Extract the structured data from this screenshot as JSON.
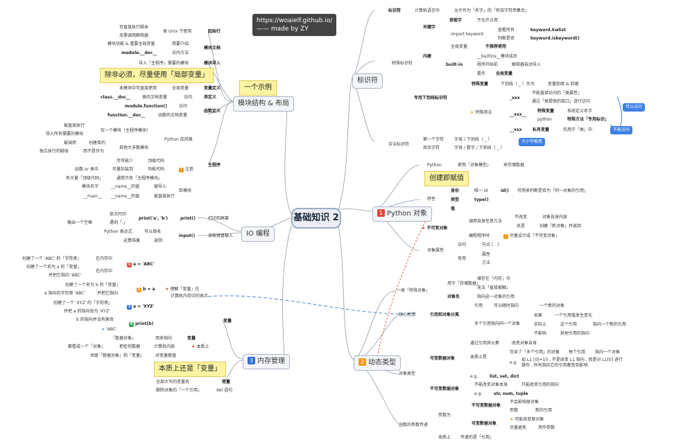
{
  "center": "基础知识 2",
  "header": {
    "url": "https://woaielf.github.io/",
    "author": "—— made by ZY"
  },
  "icons": {
    "star": "star-icon",
    "warning": "warning-icon",
    "number": "priority-number-icon",
    "arrow": "arrow-right-icon"
  },
  "colors": {
    "accent_blue": "#3d7fe6",
    "callout_yellow": "#fbf4a3",
    "priority_red": "#e0483a",
    "priority_blue": "#2f6fd6",
    "priority_orange": "#ef9a1a"
  },
  "branches": {
    "ident": {
      "label": "标识符",
      "kw": "标识符",
      "kw_desc": "计算机语言中",
      "kw_desc2": "允许作为「名字」的「有效字符串集合」",
      "special": "特殊标识符",
      "keyword": "关键字",
      "reserved": "保留字",
      "reserved_desc": "不允许占用",
      "import_kw": "import keyword",
      "view_list": "查看所有",
      "kwlist": "keyword.kwlist",
      "judge": "判断是否",
      "iskeyword": "keyword.iskeyword()",
      "builtin": "内建",
      "global_var": "全局变量",
      "not_used": "不推荐使用",
      "builtin_name": "built-in",
      "builtins_mod": "__builtins__模块成员",
      "interp": "程序开始前",
      "interp_desc": "解释器自动导入",
      "see_as": "看作",
      "global2": "全局变量",
      "dunder": "专用下划线标识符",
      "special_var": "特殊变量",
      "under": "下划线（ _ ）作为",
      "prefix": "变量前缀 & 后缀",
      "xxx1": "_xxx",
      "xxx1_desc": "不能直接访问的「类属性」",
      "via": "通过「类提供的接口」进行访问",
      "xxx2": "__xxx__",
      "special2": "特殊变量",
      "sysdef": "系统定义名字",
      "py": "python",
      "pymethod": "特殊方法「专用标识」",
      "xxx3": "__xxx",
      "private": "私有变量",
      "only_in": "仅用于「类」中",
      "note_feature": "特殊用法",
      "blue_access": "可以访问",
      "blue_noaccess": "不能访问",
      "legal": "合法标识符",
      "first_char": "第一个字符",
      "first_desc": "字母 / 下划线（ _ ）",
      "rest_char": "其余字符",
      "rest_desc": "字母 / 数字 / 下划线（ _ ）",
      "case": "大小写敏感"
    },
    "module": {
      "label": "模块结构 & 布局",
      "callout": "一个示例",
      "callout2": "除非必须，尽量使用「局部变量」",
      "start": "起始行",
      "start_desc": "类 Unix 下使用",
      "start1": "可直接执行脚本",
      "start2": "无需调用解释器",
      "doc": "模块文档",
      "doc_desc": "简要介绍",
      "doc1": "模块功能 & 重要全局变量",
      "doc2": "module.__doc__",
      "doc2_desc": "访问方法",
      "imp": "模块导入",
      "imp_desc": "导入「主程序」需要的模块",
      "gvar": "变量定义",
      "gvar_desc": "全局变量",
      "gvar1": "本模块中可直接使用",
      "cls": "类定义",
      "cls_desc": "访问",
      "cls1": "class.__doc__",
      "cls2": "类的文档变量",
      "fn": "函数定义",
      "fn1": "module.function()",
      "fn1_desc": "访问",
      "fn2": "function.__doc__",
      "fn2_desc": "函数的文档变量",
      "main": "主程序",
      "py_style": "Python 库风格",
      "only_one": "仅一个模块（主程序模块）",
      "direct": "被直接执行",
      "import_all": "导入所有需要的模块",
      "other": "其他大多数模块",
      "called": "被调用",
      "create_lib": "创建目的",
      "indep": "独立执行的脚本",
      "not_as": "而不是作为",
      "note": "注意",
      "top": "顶级代码",
      "should": "尽可能少",
      "fn_cls": "函数 or 类中",
      "encap": "尽量封装到",
      "func_code": "功能代码",
      "top_only": "有大量「顶级代码」",
      "usually": "通常只有「主程序模块」",
      "if_import": "若模块",
      "name_val": "__name__的值",
      "imported": "被导入",
      "mod_name": "模块名字",
      "main_val": "__main__",
      "name_val2": "__name__的值",
      "direct_exec": "被直接执行"
    },
    "io": {
      "label": "IO 编程",
      "print": "print()",
      "print_desc": "打印到屏幕",
      "print_arg": "print('a', 'b')",
      "print_arg1": "依次打印",
      "print_arg2": "遇到「,」",
      "print_arg3": "输出一个空格",
      "input": "input()",
      "input_desc": "读取键盘输入",
      "input1": "可以接收",
      "input2": "Python 表达式",
      "input3": "运算结果",
      "input4": "返回"
    },
    "memory": {
      "label": "内存管理",
      "var": "变量",
      "understand": "理解「变量」在",
      "understand2": "计算机内存中的表示",
      "a_abc": "a = 'ABC'",
      "mem1": "在内存中",
      "mem1a": "创建了一个 'ABC' 的「字符串」",
      "mem1b": "创建了一个名为 a 的「变量」",
      "mem1c": "并把它指向 'ABC'",
      "mem1d": "在内存中",
      "b_a": "b = a",
      "mem2a": "创建了一个名为 b 的「变量」",
      "mem2b": "a 指向的字符串 'ABC'",
      "mem2c": "并把它指向",
      "a_xyz": "a = 'XYZ'",
      "mem3a": "创建了一个 'XYZ' 的「字符串」",
      "mem3b": "并把 a 的指向改为 'XYZ'",
      "print_b": "print(b)",
      "mem4a": "b 的指向并没有更改",
      "mem4b": "'ABC'",
      "essence": "本质上",
      "ess1": "「数据对象」",
      "ess1b": "用来指向",
      "ess2": "都看成一个「对象」",
      "ess2b": "把任何数据",
      "ess2c": "计算机内部",
      "ess3": "变量",
      "ess4": "关联「数据对象」和「变量」",
      "ess4b": "对变量赋值",
      "callout": "本质上还是「变量」",
      "const": "常量",
      "const1": "全部大写的变量名",
      "del": "del 语句",
      "del1": "删除对象的「一个引用」"
    },
    "pyobj": {
      "label": "Python 对象",
      "intro1": "Python",
      "intro2": "使用「对象模型」",
      "intro3": "来存储数据",
      "callout": "创建即赋值",
      "feature": "特性",
      "identity": "身份",
      "id1": "唯一 Id",
      "id2": "id()",
      "id3": "可用来判断是否为「同一对象的引用」",
      "type": "类型",
      "type1": "type()",
      "value": "值",
      "immutable": "不可变对象",
      "imm1": "调用自身任意方法",
      "imm2": "不改变",
      "imm3": "对象自身内容",
      "imm4": "总是",
      "imm5": "创建「新对象」并返回",
      "imm6": "编程程序时",
      "imm7": "尽量设计成「不可变对象」",
      "attr": "对象属性",
      "visit": "访问",
      "visit1": "句点 ( . )",
      "common": "常用",
      "prop": "属性",
      "method": "方法"
    },
    "dyn": {
      "label": "动态类型",
      "tclass": "一类「特殊对象」",
      "tclass1": "用于「存储数据」",
      "tclass2": "储存在「内存」中",
      "tclass3": "无法「直接被触」",
      "tclass4": "对象名",
      "tclass5": "指向这一对象的引用",
      "core": "核心思想",
      "core1": "引用和对象分离",
      "core2": "引用",
      "core3": "可以随时指向",
      "core4": "一个新的对象",
      "core5": "多个引用指向同一个对象",
      "core6": "如果",
      "core7": "一个引用值发生变化",
      "core8": "实际上",
      "core9": "这个引用",
      "core10": "指向一个新的引用",
      "core11": "不影响",
      "core12": "其他引用的指向",
      "otype": "对象类型",
      "mutable": "可变数据对象",
      "mut1": "通过引用其元素",
      "mut2": "改变对象自身",
      "mut3": "本质上是",
      "mut4": "包含了「多个引用」的对象",
      "mut5": "每个引用",
      "mut6": "指向一个对象",
      "mut7": "e.g.",
      "mut8": "如 L1 [0]=10 , 不是改变 L1 指向 , 而是对 L1[0] 进行操作 , 所有指向它的引用都受到影响",
      "mut9": "e.g.",
      "mut10": "list, set, dict",
      "immut": "不可变数据对象",
      "imm1": "不能改变对象本身",
      "imm2": "只能改变引用的指向",
      "imm3": "e.g.",
      "imm4": "str, num, tuple",
      "param": "函数的参数传递",
      "param1": "参数为",
      "param2": "不可变数据对象",
      "param3": "不会影响原对象",
      "param4": "参数",
      "param5": "新的引用",
      "param6": "可变数据对象",
      "param7": "可能改变原对象",
      "param8": "尽量避免",
      "param9": "用作参数",
      "param10": "本质上",
      "param11": "传递的是「引用」"
    }
  }
}
